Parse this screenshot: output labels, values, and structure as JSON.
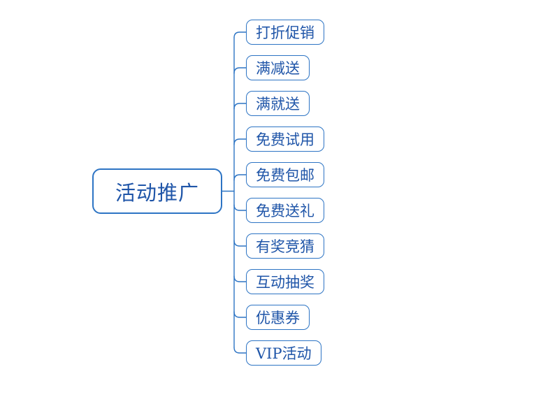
{
  "diagram": {
    "type": "mindmap",
    "root": {
      "label": "活动推广"
    },
    "children": [
      {
        "label": "打折促销"
      },
      {
        "label": "满减送"
      },
      {
        "label": "满就送"
      },
      {
        "label": "免费试用"
      },
      {
        "label": "免费包邮"
      },
      {
        "label": "免费送礼"
      },
      {
        "label": "有奖竞猜"
      },
      {
        "label": "互动抽奖"
      },
      {
        "label": "优惠券"
      },
      {
        "label": "VIP活动"
      }
    ],
    "colors": {
      "line": "#2d74c4",
      "node_border": "#2d74c4",
      "node_text": "#1f55a8",
      "background": "#ffffff"
    }
  }
}
